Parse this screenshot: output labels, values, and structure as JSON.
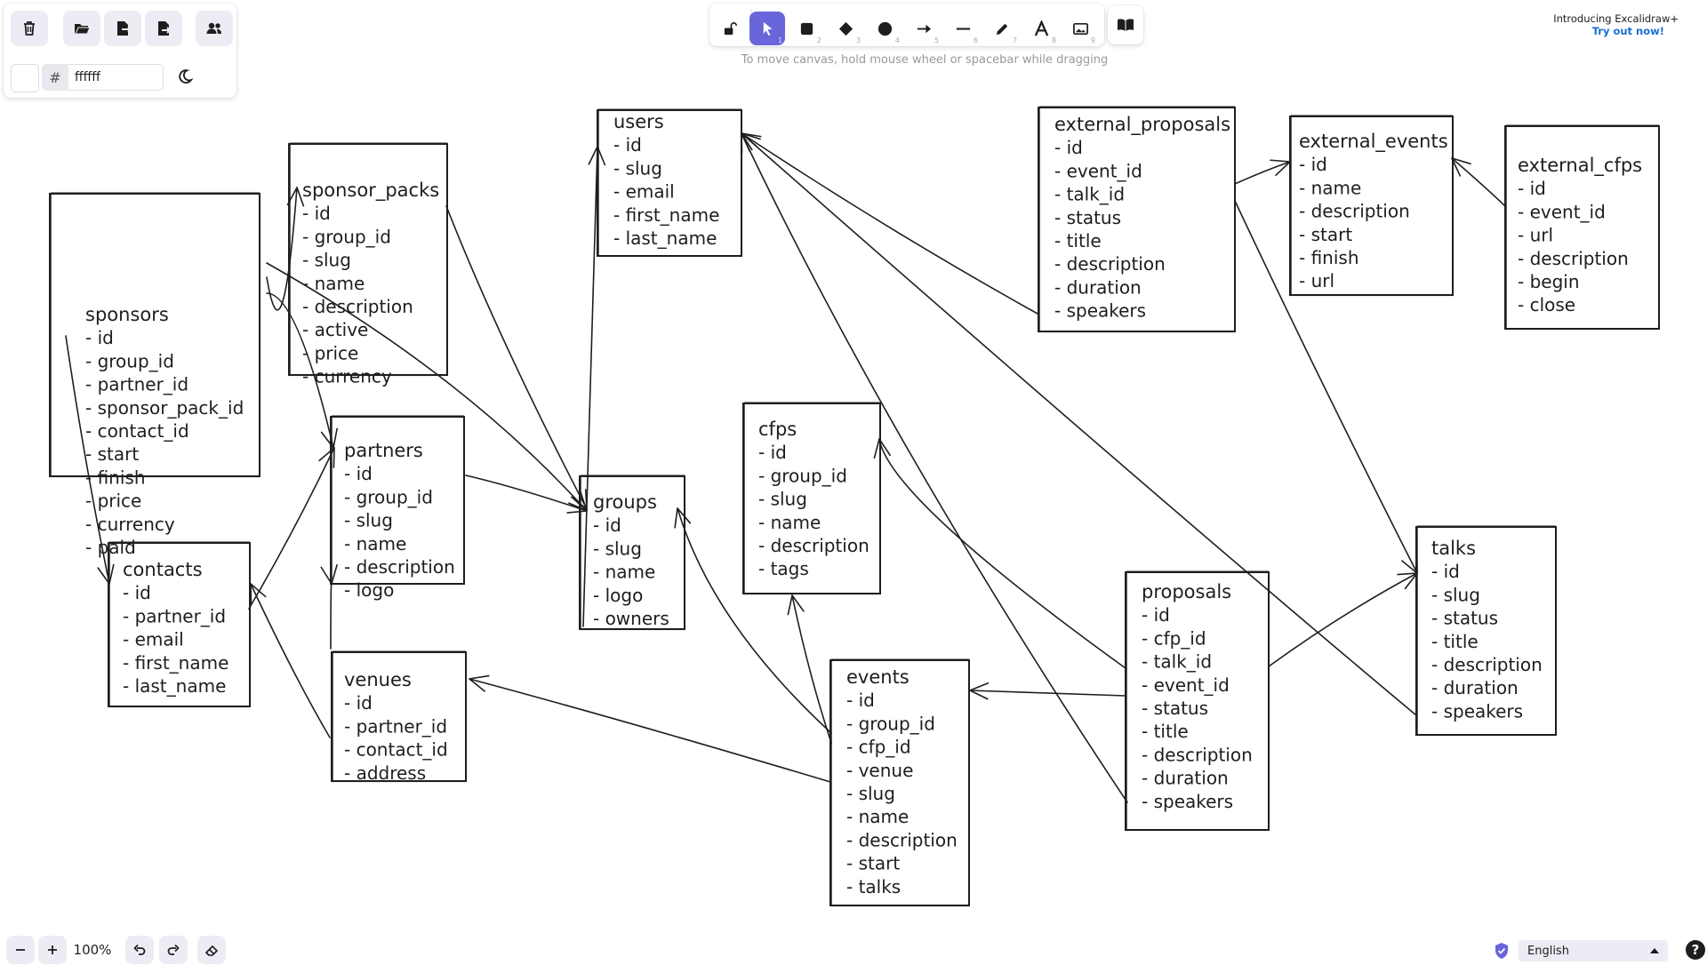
{
  "app": {
    "hint": "To move canvas, hold mouse wheel or spacebar while dragging",
    "promo": {
      "line1": "Introducing Excalidraw+",
      "link": "Try out now!"
    },
    "canvas_background": {
      "hash": "#",
      "value": "ffffff"
    },
    "zoom": "100%",
    "language": "English",
    "colors": {
      "accent": "#6965db",
      "button_bg": "#ececf4",
      "link": "#1a6fd1"
    },
    "toolbar": [
      {
        "name": "lock-icon",
        "num": ""
      },
      {
        "name": "selection-icon",
        "num": "1"
      },
      {
        "name": "rectangle-icon",
        "num": "2"
      },
      {
        "name": "diamond-icon",
        "num": "3"
      },
      {
        "name": "ellipse-icon",
        "num": "4"
      },
      {
        "name": "arrow-icon",
        "num": "5"
      },
      {
        "name": "line-icon",
        "num": "6"
      },
      {
        "name": "pencil-icon",
        "num": "7"
      },
      {
        "name": "text-icon",
        "num": "8"
      },
      {
        "name": "image-icon",
        "num": "9"
      },
      {
        "name": "library-icon",
        "num": ""
      }
    ],
    "menu_buttons": [
      "trash-icon",
      "open-icon",
      "export-icon",
      "export-image-icon",
      "collab-icon"
    ]
  },
  "entities": [
    {
      "title": "sponsors",
      "fields": [
        "- id",
        "- group_id",
        "- partner_id",
        "- sponsor_pack_id",
        "- contact_id",
        "- start",
        "- finish",
        "- price",
        "- currency",
        "- paid"
      ]
    },
    {
      "title": "sponsor_packs",
      "fields": [
        "- id",
        "- group_id",
        "- slug",
        "- name",
        "- description",
        "- active",
        "- price",
        "- currency"
      ]
    },
    {
      "title": "users",
      "fields": [
        "- id",
        "- slug",
        "- email",
        "- first_name",
        "- last_name"
      ]
    },
    {
      "title": "external_proposals",
      "fields": [
        "- id",
        "- event_id",
        "- talk_id",
        "- status",
        "- title",
        "- description",
        "- duration",
        "- speakers"
      ]
    },
    {
      "title": "external_events",
      "fields": [
        "- id",
        "- name",
        "- description",
        "- start",
        "- finish",
        "- url"
      ]
    },
    {
      "title": "external_cfps",
      "fields": [
        "- id",
        "- event_id",
        "- url",
        "- description",
        "- begin",
        "- close"
      ]
    },
    {
      "title": "partners",
      "fields": [
        "- id",
        "- group_id",
        "- slug",
        "- name",
        "- description",
        "- logo"
      ]
    },
    {
      "title": "groups",
      "fields": [
        "- id",
        "- slug",
        "- name",
        "- logo",
        "- owners"
      ]
    },
    {
      "title": "cfps",
      "fields": [
        "- id",
        "- group_id",
        "- slug",
        "- name",
        "- description",
        "- tags"
      ]
    },
    {
      "title": "contacts",
      "fields": [
        "- id",
        "- partner_id",
        "- email",
        "- first_name",
        "- last_name"
      ]
    },
    {
      "title": "venues",
      "fields": [
        "- id",
        "- partner_id",
        "- contact_id",
        "- address"
      ]
    },
    {
      "title": "events",
      "fields": [
        "- id",
        "- group_id",
        "- cfp_id",
        "- venue",
        "- slug",
        "- name",
        "- description",
        "- start",
        "- talks"
      ]
    },
    {
      "title": "proposals",
      "fields": [
        "- id",
        "- cfp_id",
        "- talk_id",
        "- event_id",
        "- status",
        "- title",
        "- description",
        "- duration",
        "- speakers"
      ]
    },
    {
      "title": "talks",
      "fields": [
        "- id",
        "- slug",
        "- status",
        "- title",
        "- description",
        "- duration",
        "- speakers"
      ]
    }
  ]
}
